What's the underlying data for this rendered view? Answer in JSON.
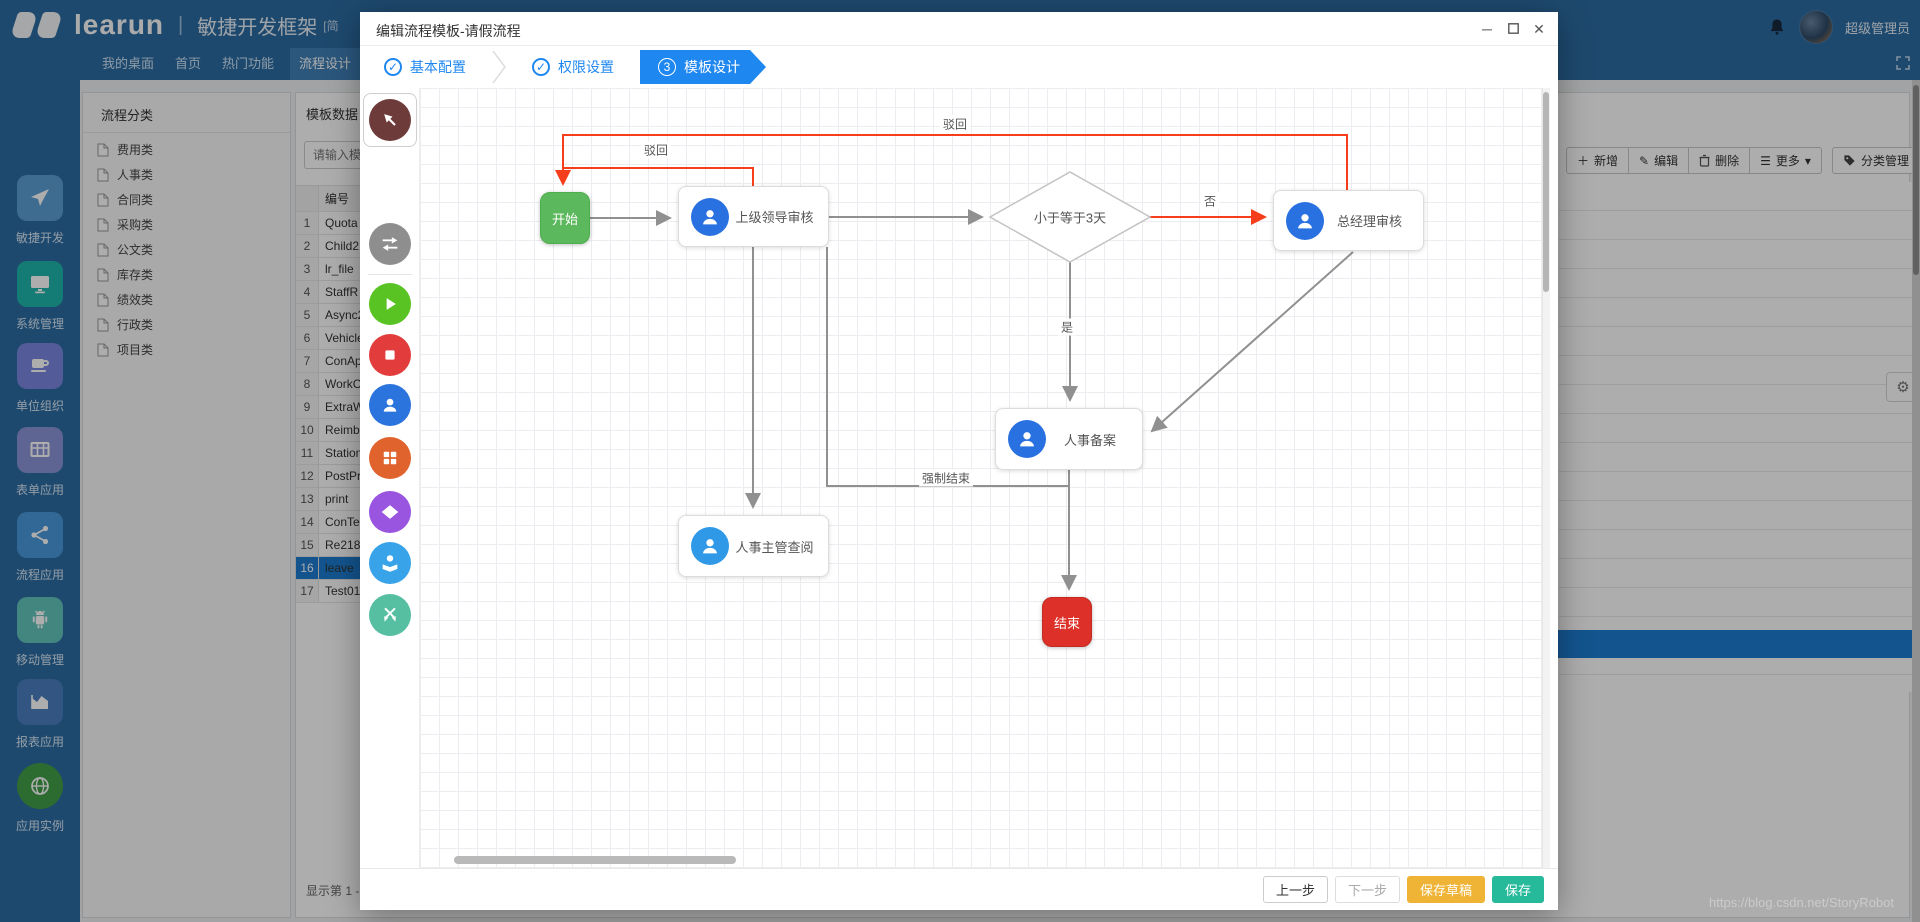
{
  "header": {
    "logo": "learun",
    "separator": "|",
    "subtitle": "敏捷开发框架",
    "subtitle_suffix": "[简",
    "user": "超级管理员"
  },
  "tabs": [
    {
      "label": "我的桌面"
    },
    {
      "label": "首页"
    },
    {
      "label": "热门功能"
    },
    {
      "label": "流程设计"
    }
  ],
  "sidebar": {
    "items": [
      {
        "label": "敏捷开发",
        "icon": "paper-plane-icon",
        "color": "#5a9fd4"
      },
      {
        "label": "系统管理",
        "icon": "monitor-icon",
        "color": "#1fb5ad"
      },
      {
        "label": "单位组织",
        "icon": "coffee-cup-icon",
        "color": "#7b87e0"
      },
      {
        "label": "表单应用",
        "icon": "table-grid-icon",
        "color": "#8d95d9"
      },
      {
        "label": "流程应用",
        "icon": "share-nodes-icon",
        "color": "#4a9ade"
      },
      {
        "label": "移动管理",
        "icon": "android-icon",
        "color": "#63c6bd"
      },
      {
        "label": "报表应用",
        "icon": "area-chart-icon",
        "color": "#4a7ec0"
      },
      {
        "label": "应用实例",
        "icon": "globe-icon",
        "color": "#43a047"
      }
    ]
  },
  "category_panel": {
    "title": "流程分类",
    "items": [
      {
        "name": "费用类"
      },
      {
        "name": "人事类"
      },
      {
        "name": "合同类"
      },
      {
        "name": "采购类"
      },
      {
        "name": "公文类"
      },
      {
        "name": "库存类"
      },
      {
        "name": "绩效类"
      },
      {
        "name": "行政类"
      },
      {
        "name": "项目类"
      }
    ]
  },
  "template_panel": {
    "title": "模板数据 -",
    "search_placeholder": "请输入模",
    "col_no": "编号",
    "rows": [
      {
        "num": "1",
        "name": "Quota"
      },
      {
        "num": "2",
        "name": "Child2"
      },
      {
        "num": "3",
        "name": "lr_file"
      },
      {
        "num": "4",
        "name": "StaffR"
      },
      {
        "num": "5",
        "name": "Async2"
      },
      {
        "num": "6",
        "name": "Vehicle"
      },
      {
        "num": "7",
        "name": "ConAp"
      },
      {
        "num": "8",
        "name": "WorkC"
      },
      {
        "num": "9",
        "name": "ExtraW"
      },
      {
        "num": "10",
        "name": "Reimb"
      },
      {
        "num": "11",
        "name": "Station"
      },
      {
        "num": "12",
        "name": "PostPr"
      },
      {
        "num": "13",
        "name": "print"
      },
      {
        "num": "14",
        "name": "ConTe"
      },
      {
        "num": "15",
        "name": "Re218"
      },
      {
        "num": "16",
        "name": "leave",
        "selected": "true"
      },
      {
        "num": "17",
        "name": "Test01"
      }
    ],
    "footer": "显示第 1 -"
  },
  "content_toolbar": {
    "add": "新增",
    "edit": "编辑",
    "delete": "删除",
    "more": "更多",
    "category_manage": "分类管理"
  },
  "modal": {
    "title": "编辑流程模板-请假流程",
    "steps": [
      {
        "label": "基本配置",
        "state": "done"
      },
      {
        "label": "权限设置",
        "state": "done"
      },
      {
        "label": "模板设计",
        "num": "3",
        "state": "active"
      }
    ],
    "toolbar_icons": [
      "select-cursor-tool",
      "connection-tool",
      "start-node-tool",
      "end-node-tool",
      "approver-node-tool",
      "grid-node-tool",
      "condition-node-tool",
      "viewer-node-tool",
      "branch-merge-tool"
    ],
    "footer": {
      "prev": "上一步",
      "next": "下一步",
      "draft": "保存草稿",
      "save": "保存"
    }
  },
  "flowchart": {
    "nodes": {
      "start": "开始",
      "supervisor": "上级领导审核",
      "decision": "小于等于3天",
      "gm": "总经理审核",
      "hr_record": "人事备案",
      "hr_review": "人事主管查阅",
      "end": "结束"
    },
    "edge_labels": {
      "reject_outer": "驳回",
      "reject_inner": "驳回",
      "no": "否",
      "yes": "是",
      "force_end": "强制结束"
    }
  },
  "colors": {
    "accent_blue": "#1f87f0",
    "header_blue": "#2d6ca2",
    "selected_row": "#1d7dd2",
    "start_green": "#5cb85c",
    "end_red": "#dd3028",
    "connector_red": "#f63e1c",
    "connector_gray": "#909090",
    "save_teal": "#26b99a",
    "draft_orange": "#efb336"
  },
  "watermark": "https://blog.csdn.net/StoryRobot"
}
